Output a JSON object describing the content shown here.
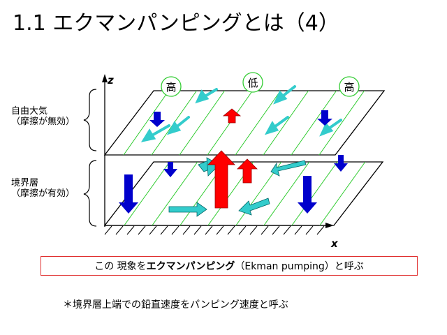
{
  "title": "1.1 エクマンパンピングとは（4）",
  "diagram": {
    "axis_z": "z",
    "axis_x": "x",
    "free_atmosphere_label": "自由大気",
    "free_atmosphere_sub": "（摩擦が無効）",
    "boundary_layer_label": "境界層",
    "boundary_layer_sub": "（摩擦が有効）",
    "pressure_labels": [
      "高",
      "低",
      "高"
    ]
  },
  "callout": {
    "prefix": "この 現象を",
    "bold": "エクマンパンピング",
    "suffix": "（Ekman pumping）と呼ぶ"
  },
  "note": "＊境界層上端での鉛直速度をパンピング速度と呼ぶ",
  "colors": {
    "upward_arrow": "#ff0000",
    "downward_arrow": "#0000cc",
    "wind_arrow": "#33cccc",
    "isobar": "#33cc33",
    "callout_border": "#e03030"
  }
}
